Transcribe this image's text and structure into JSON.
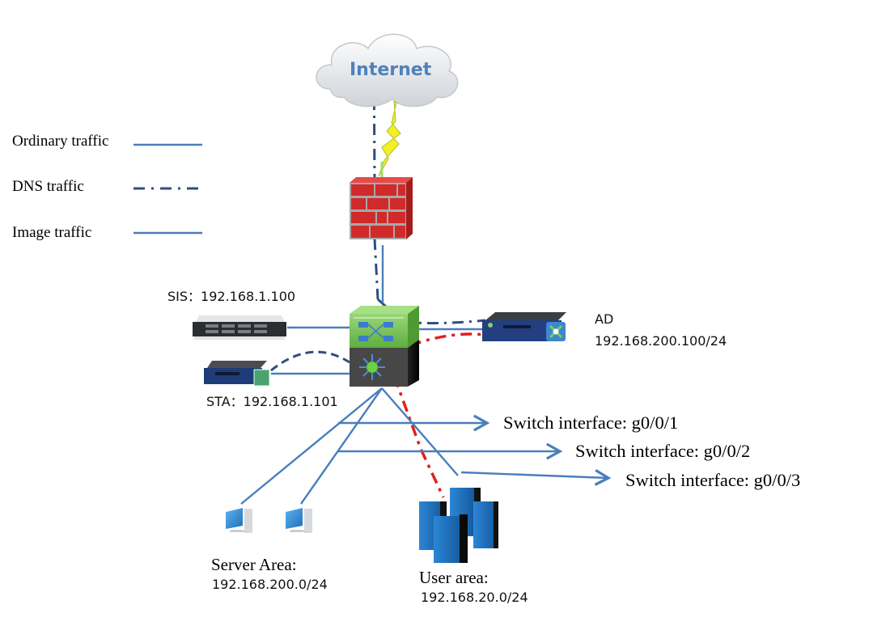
{
  "legend": [
    {
      "label": "Ordinary traffic",
      "style": "solid",
      "color": "#4a7ebb"
    },
    {
      "label": "DNS traffic",
      "style": "dash-dot",
      "color": "#2f4f7f"
    },
    {
      "label": "Image traffic",
      "style": "solid",
      "color": "#4a7ebb"
    }
  ],
  "nodes": {
    "internet": {
      "label": "Internet",
      "icon": "cloud-icon"
    },
    "firewall": {
      "icon": "firewall-icon"
    },
    "core_switch": {
      "icon": "layer3-switch-icon"
    },
    "sis": {
      "name": "SIS",
      "ip": "192.168.1.100",
      "label": "SIS：192.168.1.100",
      "icon": "rack-server-icon"
    },
    "sta": {
      "name": "STA",
      "ip": "192.168.1.101",
      "label": "STA：192.168.1.101",
      "icon": "appliance-icon"
    },
    "ad": {
      "name": "AD",
      "ip": "192.168.200.100/24",
      "icon": "appliance-icon"
    },
    "server_area": {
      "title": "Server Area:",
      "subnet": "192.168.200.0/24",
      "icon": "desktop-pc-icon"
    },
    "user_area": {
      "title": "User area:",
      "subnet": "192.168.20.0/24",
      "icon": "server-cluster-icon"
    }
  },
  "interfaces": [
    {
      "label": "Switch interface: g0/0/1"
    },
    {
      "label": "Switch interface: g0/0/2"
    },
    {
      "label": "Switch interface: g0/0/3"
    }
  ],
  "colors": {
    "link": "#4a7ebb",
    "dns": "#2f4f7f",
    "image_path": "#e02020",
    "lightning": "#f5f020",
    "firewall": "#d12a2a",
    "switch_top": "#7cc35a",
    "switch_bottom": "#444444"
  }
}
